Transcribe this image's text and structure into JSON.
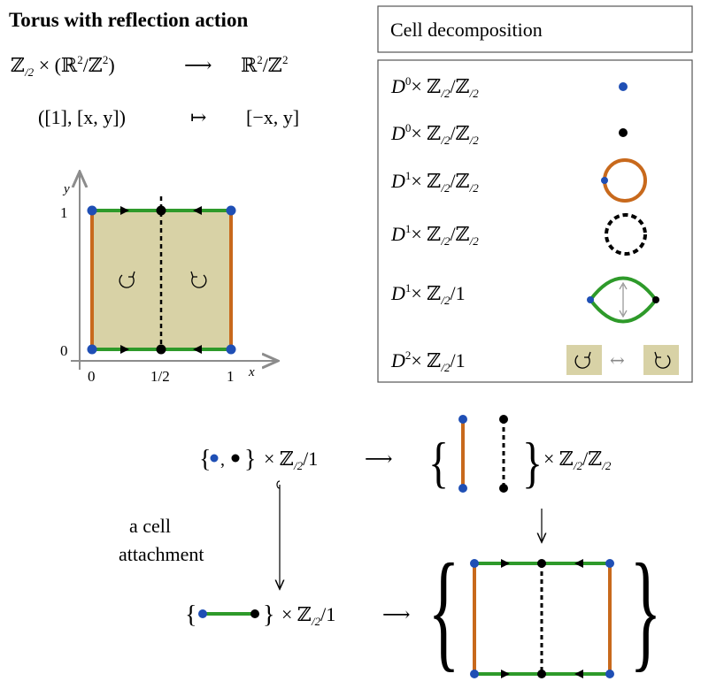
{
  "title": "Torus with reflection action",
  "map_line": {
    "group": "ℤ",
    "group_sub": "/2",
    "times_quotient": " × (ℝ",
    "sup2": "2",
    "slash": "/ℤ",
    "sup2b": "2",
    "close": ")",
    "arrow": "⟶",
    "target": "ℝ",
    "target_sup": "2",
    "target_slash": "/ℤ",
    "target_sup2": "2"
  },
  "action_line": {
    "source": "([1], [x, y])",
    "mapsto": "↦",
    "image": "[−x, y]"
  },
  "square_plot": {
    "y_axis_label": "y",
    "x_axis_label": "x",
    "y_ticks": [
      "1",
      "0"
    ],
    "x_ticks": [
      "0",
      "1/2",
      "1"
    ]
  },
  "cell_header": "Cell decomposition",
  "cells": [
    {
      "D": "D",
      "dim": "0",
      "rest": "× ℤ",
      "sub1": "/2",
      "mid": "/ℤ",
      "sub2": "/2"
    },
    {
      "D": "D",
      "dim": "0",
      "rest": "× ℤ",
      "sub1": "/2",
      "mid": "/ℤ",
      "sub2": "/2"
    },
    {
      "D": "D",
      "dim": "1",
      "rest": "× ℤ",
      "sub1": "/2",
      "mid": "/ℤ",
      "sub2": "/2"
    },
    {
      "D": "D",
      "dim": "1",
      "rest": "× ℤ",
      "sub1": "/2",
      "mid": "/ℤ",
      "sub2": "/2"
    },
    {
      "D": "D",
      "dim": "1",
      "rest": "× ℤ",
      "sub1": "/2",
      "mid": "/1",
      "sub2": ""
    },
    {
      "D": "D",
      "dim": "2",
      "rest": "× ℤ",
      "sub1": "/2",
      "mid": "/1",
      "sub2": ""
    }
  ],
  "swap_arrow": "↔",
  "bottom": {
    "points_suffix": "× ℤ",
    "points_sub": "/2",
    "points_tail": "/1",
    "segments_suffix": "× ℤ",
    "segments_sub": "/2",
    "segments_mid": "/ℤ",
    "segments_sub2": "/2",
    "edge_suffix": "× ℤ",
    "edge_sub": "/2",
    "edge_tail": "/1",
    "arrow_right": "⟶",
    "attachment_label_1": "a cell",
    "attachment_label_2": "attachment"
  },
  "colors": {
    "blue": "#1f4fb5",
    "black": "#000000",
    "orange": "#c8691c",
    "green": "#2e9a2a",
    "fill": "#d8d2a6",
    "axis": "#8c8c8c"
  }
}
